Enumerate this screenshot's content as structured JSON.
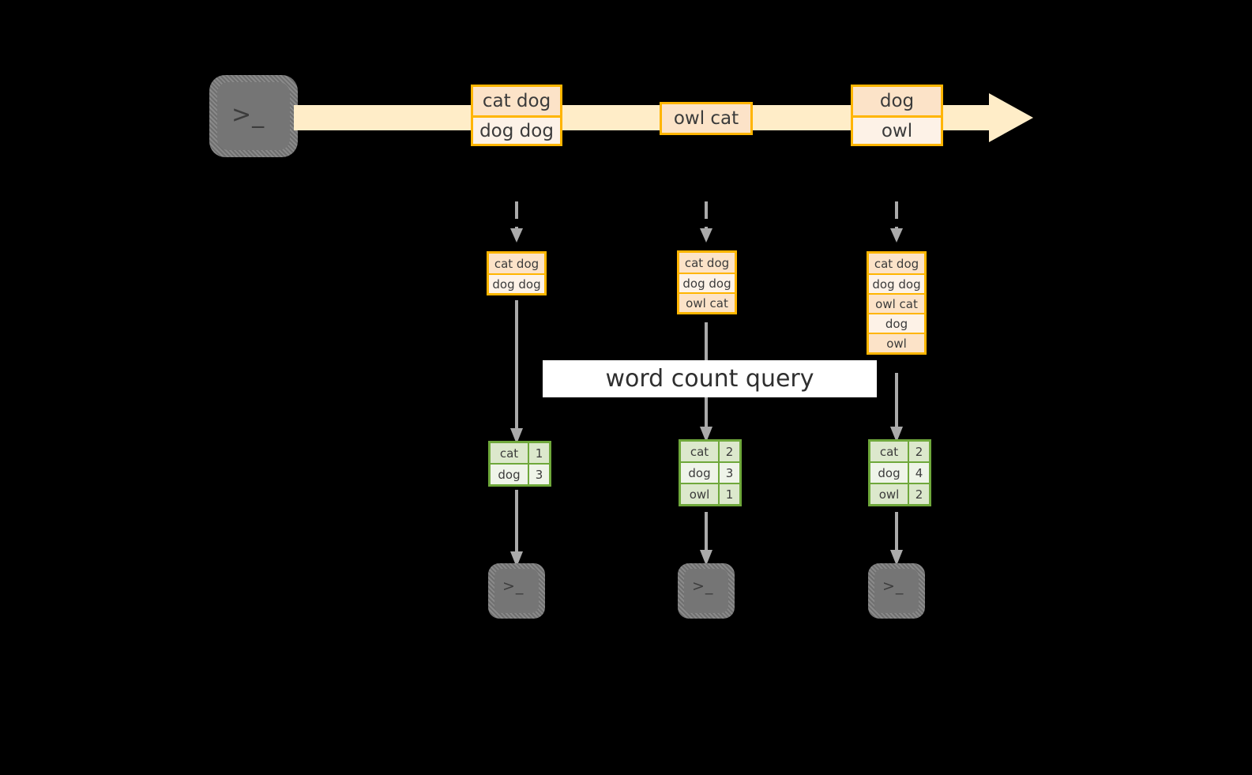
{
  "diagram": {
    "title": "word count query",
    "colors": {
      "stream_fill": "#FFEDC8",
      "box_border": "#FFB500",
      "box_fill_dark": "#FCE3C8",
      "box_fill_light": "#FDF2E7",
      "result_border": "#6FA83B",
      "result_fill_dark": "#DCE8CC",
      "result_fill_light": "#EFF4E9",
      "arrow_gray": "#AAAAAA",
      "terminal_gray": "#757575",
      "background": "#000000"
    },
    "source_terminal": {
      "icon": "terminal-prompt-icon",
      "glyph": ">_"
    },
    "stream": {
      "arrow_icon": "right-arrow-icon",
      "events": [
        {
          "rows": [
            "cat dog",
            "dog dog"
          ]
        },
        {
          "rows": [
            "owl cat"
          ]
        },
        {
          "rows": [
            "dog",
            "owl"
          ]
        }
      ]
    },
    "columns": [
      {
        "name": "snapshot-1",
        "incoming_arrow": "dashed-down-arrow-icon",
        "snapshot_rows": [
          "cat dog",
          "dog dog"
        ],
        "query_arrow": "down-arrow-icon",
        "results": [
          {
            "word": "cat",
            "count": "1"
          },
          {
            "word": "dog",
            "count": "3"
          }
        ],
        "output_arrow": "down-arrow-icon",
        "sink_terminal": {
          "icon": "terminal-prompt-icon",
          "glyph": ">_"
        }
      },
      {
        "name": "snapshot-2",
        "incoming_arrow": "dashed-down-arrow-icon",
        "snapshot_rows": [
          "cat dog",
          "dog dog",
          "owl cat"
        ],
        "query_arrow": "down-arrow-icon",
        "results": [
          {
            "word": "cat",
            "count": "2"
          },
          {
            "word": "dog",
            "count": "3"
          },
          {
            "word": "owl",
            "count": "1"
          }
        ],
        "output_arrow": "down-arrow-icon",
        "sink_terminal": {
          "icon": "terminal-prompt-icon",
          "glyph": ">_"
        }
      },
      {
        "name": "snapshot-3",
        "incoming_arrow": "dashed-down-arrow-icon",
        "snapshot_rows": [
          "cat dog",
          "dog dog",
          "owl cat",
          "dog",
          "owl"
        ],
        "query_arrow": "down-arrow-icon",
        "results": [
          {
            "word": "cat",
            "count": "2"
          },
          {
            "word": "dog",
            "count": "4"
          },
          {
            "word": "owl",
            "count": "2"
          }
        ],
        "output_arrow": "down-arrow-icon",
        "sink_terminal": {
          "icon": "terminal-prompt-icon",
          "glyph": ">_"
        }
      }
    ]
  }
}
